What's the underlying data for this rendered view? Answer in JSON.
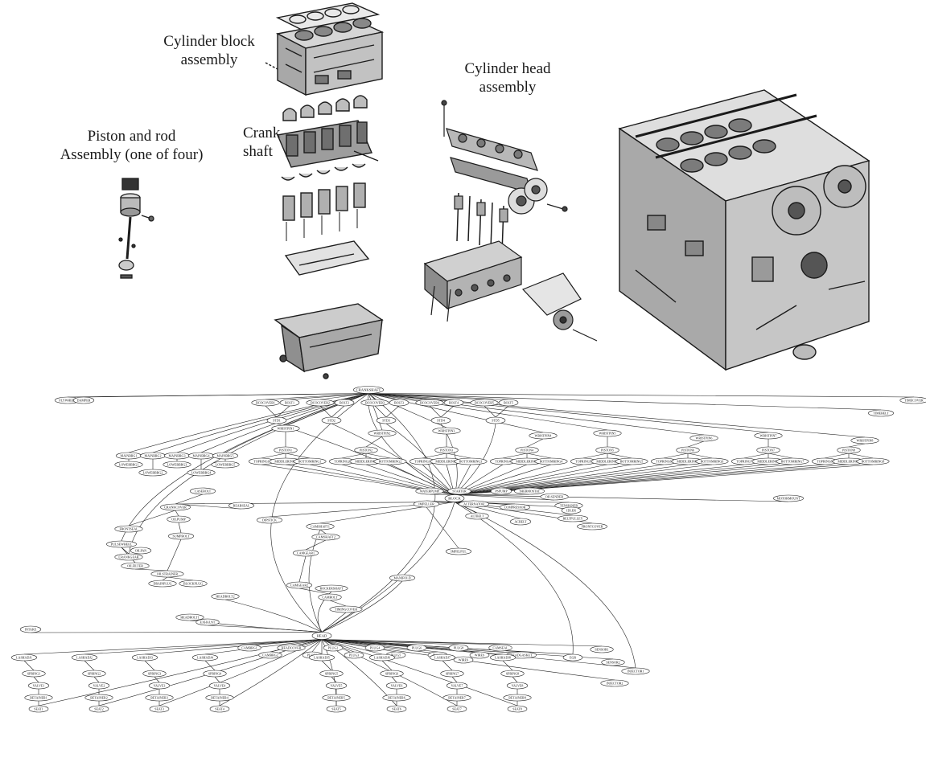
{
  "figure": {
    "captions": {
      "cylinder_block": "Cylinder block\nassembly",
      "crank_shaft": "Crank\nshaft",
      "cylinder_head": "Cylinder head\nassembly",
      "piston_rod": "Piston and rod\nAssembly (one of four)"
    }
  },
  "graph": {
    "hubs": {
      "top": "CRANKSHAFT",
      "block": "BLOCK",
      "head": "HEAD"
    },
    "top_side": [
      "FLYWHEEL",
      "DAMPER",
      "TIMECOVER",
      "TIMEBELT"
    ],
    "bearing_caps": [
      {
        "cover": "BCOCOVER1",
        "std": "STD1",
        "bolt": "BOLT1"
      },
      {
        "cover": "BCOCOVER2",
        "std": "STD2",
        "bolt": "BOLT2"
      },
      {
        "cover": "BCOCOVER3",
        "std": "STD3",
        "bolt": "BOLT3"
      },
      {
        "cover": "BCOCOVER4",
        "std": "STD4",
        "bolt": "BOLT4"
      },
      {
        "cover": "BCOCOVER5",
        "std": "STD5",
        "bolt": "BOLT5"
      }
    ],
    "pistons": [
      {
        "name": "PISTON1",
        "pin": "WRISTPIN1",
        "rings": [
          "TOPRING1",
          "MIDDLERING1",
          "BOTTOMRING1"
        ]
      },
      {
        "name": "PISTON2",
        "pin": "WRISTPIN2",
        "rings": [
          "TOPRING2",
          "MIDDLERING2",
          "BOTTOMRING2"
        ]
      },
      {
        "name": "PISTON3",
        "pin": "WRISTPIN3",
        "rings": [
          "TOPRING3",
          "MIDDLERING3",
          "BOTTOMRING3"
        ]
      },
      {
        "name": "PISTON4",
        "pin": "WRISTPIN4",
        "rings": [
          "TOPRING4",
          "MIDDLERING4",
          "BOTTOMRING4"
        ]
      },
      {
        "name": "PISTON5",
        "pin": "WRISTPIN5",
        "rings": [
          "TOPRING5",
          "MIDDLERING5",
          "BOTTOMRING5"
        ]
      },
      {
        "name": "PISTON6",
        "pin": "WRISTPIN6",
        "rings": [
          "TOPRING6",
          "MIDDLERING6",
          "BOTTOMRING6"
        ]
      },
      {
        "name": "PISTON7",
        "pin": "WRISTPIN7",
        "rings": [
          "TOPRING7",
          "MIDDLERING7",
          "BOTTOMRING7"
        ]
      },
      {
        "name": "PISTON8",
        "pin": "WRISTPIN8",
        "rings": [
          "TOPRING8",
          "MIDDLERING8",
          "BOTTOMRING8"
        ]
      }
    ],
    "mainbearings": [
      "MAINBRG1",
      "MAINBRG2",
      "MAINBRG3",
      "MAINBRG4",
      "MAINBRG5"
    ],
    "crankcover_group": [
      "CRANKCOVER",
      "CASEBOLT",
      "FRONTSEAL",
      "REARSEAL",
      "DIPSTICK"
    ],
    "block_side": [
      "OILPUMP",
      "OILPAN",
      "OILFILTER",
      "SUMPBOLT",
      "PULSEWHEEL",
      "CRANKGEAR",
      "OILSTRAINER",
      "DRAINPLUG",
      "BLOCKPLUG"
    ],
    "block_accessories": [
      "WATERPUMP",
      "IMPELLER",
      "STARTER",
      "ALTERNATOR",
      "ALTBELT",
      "PSPUMP",
      "COMPRESSOR",
      "ACBELT",
      "THERMOSTAT",
      "OILSENDER",
      "TENSIONER",
      "IDLER",
      "BELTPULLEY",
      "FRONTCOVER",
      "MOTORMOUNT"
    ],
    "camshafts": [
      "CAMSHAFT1",
      "CAMSHAFT2",
      "CAMGEAR1",
      "CAMGEAR2",
      "CAMBOLT",
      "TIMINGCOVER"
    ],
    "head_top": [
      "CAMBRG1",
      "CAMBRG2",
      "HEADCOVER",
      "PLUG1",
      "PLUG2",
      "PLUG3",
      "PLUG4",
      "PLUG5",
      "PLUG6",
      "PLUG7",
      "PLUG8",
      "WIRES",
      "CAMSEAL",
      "HEADGASKET"
    ],
    "valve_groups": [
      {
        "lash": "LASHADJ1",
        "spring": "SPRING1",
        "valve": "VALVE1",
        "retainer": "RETAINER1",
        "seat": "SEAT1"
      },
      {
        "lash": "LASHADJ2",
        "spring": "SPRING2",
        "valve": "VALVE2",
        "retainer": "RETAINER2",
        "seat": "SEAT2"
      },
      {
        "lash": "LASHADJ3",
        "spring": "SPRING3",
        "valve": "VALVE3",
        "retainer": "RETAINER3",
        "seat": "SEAT3"
      },
      {
        "lash": "LASHADJ4",
        "spring": "SPRING4",
        "valve": "VALVE4",
        "retainer": "RETAINER4",
        "seat": "SEAT4"
      },
      {
        "lash": "LASHADJ5",
        "spring": "SPRING5",
        "valve": "VALVE5",
        "retainer": "RETAINER5",
        "seat": "SEAT5"
      },
      {
        "lash": "LASHADJ6",
        "spring": "SPRING6",
        "valve": "VALVE6",
        "retainer": "RETAINER6",
        "seat": "SEAT6"
      },
      {
        "lash": "LASHADJ7",
        "spring": "SPRING7",
        "valve": "VALVE7",
        "retainer": "RETAINER7",
        "seat": "SEAT7"
      },
      {
        "lash": "LASHADJ8",
        "spring": "SPRING8",
        "valve": "VALVE8",
        "retainer": "RETAINER8",
        "seat": "SEAT8"
      }
    ],
    "head_side": [
      "INTAKE",
      "EXHAUST",
      "HEADBOLT1",
      "HEADBOLT2",
      "ROCKERSHAFT",
      "MANIFOLD",
      "EGR",
      "SENSOR1",
      "SENSOR2",
      "INJECTOR1",
      "INJECTOR2"
    ]
  }
}
